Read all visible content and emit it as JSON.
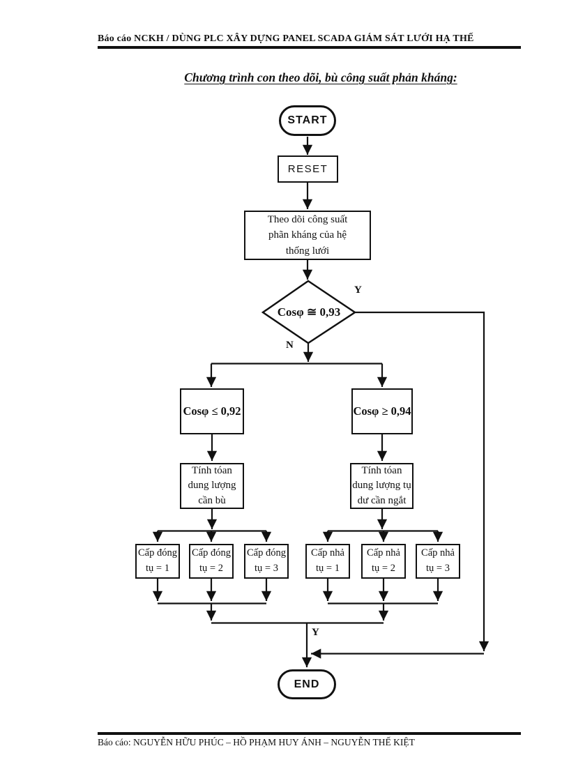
{
  "doc": {
    "header": "Báo cáo NCKH / DÙNG PLC XÂY DỰNG PANEL SCADA GIÁM SÁT LƯỚI HẠ THẾ",
    "title": "Chương trình con theo dõi, bù công suất phản kháng:",
    "footer": "Báo cáo: NGUYỄN HỮU PHÚC – HỒ PHẠM HUY ÁNH – NGUYỄN THẾ KIỆT"
  },
  "fc": {
    "start": "START",
    "reset": "RESET",
    "monitor": "Theo dõi công suất\nphãn kháng của hệ\nthống lưới",
    "decision": "Cosφ ≅ 0,93",
    "label_y_right": "Y",
    "label_n": "N",
    "label_y_bottom": "Y",
    "branch_low": "Cosφ ≤ 0,92",
    "branch_high": "Cosφ ≥ 0,94",
    "calc_low": "Tính tóan\ndung lượng\ncần bù",
    "calc_high": "Tính tóan\ndung lượng tụ\ndư cần ngắt",
    "close_steps": [
      "Cấp đóng\ntụ = 1",
      "Cấp đóng\ntụ = 2",
      "Cấp đóng\ntụ = 3"
    ],
    "release_steps": [
      "Cấp nhả\ntụ = 1",
      "Cấp nhả\ntụ = 2",
      "Cấp nhả\ntụ = 3"
    ],
    "end": "END"
  },
  "colors": {
    "ink": "#111111",
    "paper": "#ffffff"
  }
}
